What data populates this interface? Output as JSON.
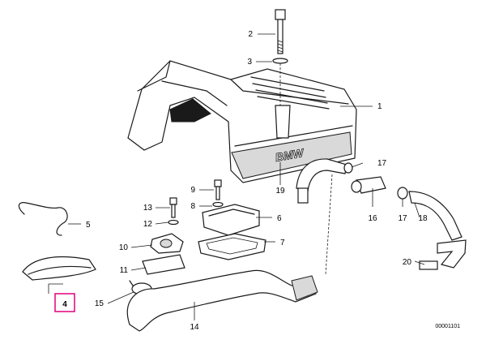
{
  "callouts": {
    "c1": "1",
    "c2": "2",
    "c3": "3",
    "c4": "4",
    "c5": "5",
    "c6": "6",
    "c7": "7",
    "c8": "8",
    "c9": "9",
    "c10": "10",
    "c11": "11",
    "c12": "12",
    "c13": "13",
    "c14": "14",
    "c15": "15",
    "c16": "16",
    "c17a": "17",
    "c17b": "17",
    "c18": "18",
    "c19": "19",
    "c20": "20"
  },
  "highlight_color": "#e0007a",
  "cover_logo": "BMW",
  "diagram_number": "00001101"
}
